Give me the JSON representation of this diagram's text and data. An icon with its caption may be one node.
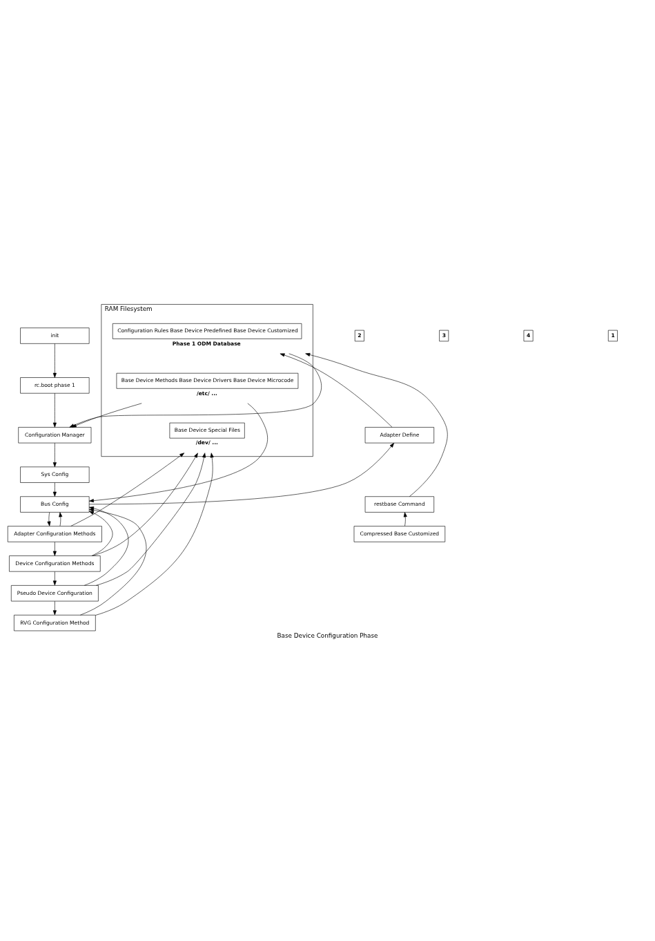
{
  "diagram": {
    "caption": "Base Device Configuration Phase",
    "nodes": [
      {
        "text": [
          "init"
        ]
      },
      {
        "text": [
          "rc.boot phase 1"
        ]
      },
      {
        "text": [
          "Configuration Manager"
        ]
      },
      {
        "text": [
          "Sys Config"
        ]
      },
      {
        "text": [
          "Bus Config"
        ]
      },
      {
        "text": [
          "Adapter Configuration Methods"
        ]
      },
      {
        "text": [
          "Device Configuration Methods"
        ]
      },
      {
        "text": [
          "Pseudo Device Configuration"
        ]
      },
      {
        "text": [
          "RVG Configuration Method"
        ]
      },
      {
        "text": [
          "Adapter Define"
        ]
      },
      {
        "text": [
          "restbase Command"
        ]
      },
      {
        "text": [
          "Compressed Base Customized"
        ]
      },
      {
        "text": [
          "RAM Filesystem"
        ]
      },
      {
        "text": [
          "Configuration Rules Base Device Predefined Base Device Customized"
        ],
        "in": 12,
        "beside": [
          "Phase 1 ODM Database"
        ]
      },
      {
        "text": [
          "Base Device Methods Base Device Drivers Base Device Microcode"
        ],
        "in": 12,
        "beside": [
          "/etc/ ..."
        ]
      },
      {
        "text": [
          "Base Device Special Files"
        ],
        "in": 12,
        "beside": [
          "/dev/ ..."
        ]
      }
    ],
    "edges": [
      {
        "from": 0,
        "to": 1,
        "arrow": "to"
      },
      {
        "from": 1,
        "to": 2,
        "arrow": "to"
      },
      {
        "from": 2,
        "to": 3,
        "arrow": "to"
      },
      {
        "from": 3,
        "to": 4,
        "arrow": "to"
      },
      {
        "from": 4,
        "to": 5,
        "arrow": "to"
      },
      {
        "from": 5,
        "to": 6,
        "arrow": "to"
      },
      {
        "from": 6,
        "to": 7,
        "arrow": "to"
      },
      {
        "from": 7,
        "to": 8,
        "arrow": "to"
      },
      {
        "from": 13,
        "to": 2,
        "arrow": "to"
      },
      {
        "from": 9,
        "to": 13,
        "arrow": "to"
      },
      {
        "from": 10,
        "to": 13,
        "arrow": "to"
      },
      {
        "from": 11,
        "to": 10,
        "arrow": "to"
      },
      {
        "from": 14,
        "to": 2,
        "arrow": "to"
      },
      {
        "from": 14,
        "to": 4,
        "arrow": "to"
      },
      {
        "from": 4,
        "to": 9,
        "arrow": "to"
      },
      {
        "from": 5,
        "to": 4,
        "arrow": "to"
      },
      {
        "from": 6,
        "to": 4,
        "arrow": "to"
      },
      {
        "from": 7,
        "to": 4,
        "arrow": "to"
      },
      {
        "from": 8,
        "to": 4,
        "arrow": "to"
      },
      {
        "from": 5,
        "to": 15,
        "arrow": "to"
      },
      {
        "from": 6,
        "to": 15,
        "arrow": "to"
      },
      {
        "from": 7,
        "to": 15,
        "arrow": "to"
      },
      {
        "from": 8,
        "to": 15,
        "arrow": "to"
      }
    ],
    "labels": [
      "2",
      "3",
      "4",
      "1"
    ]
  }
}
